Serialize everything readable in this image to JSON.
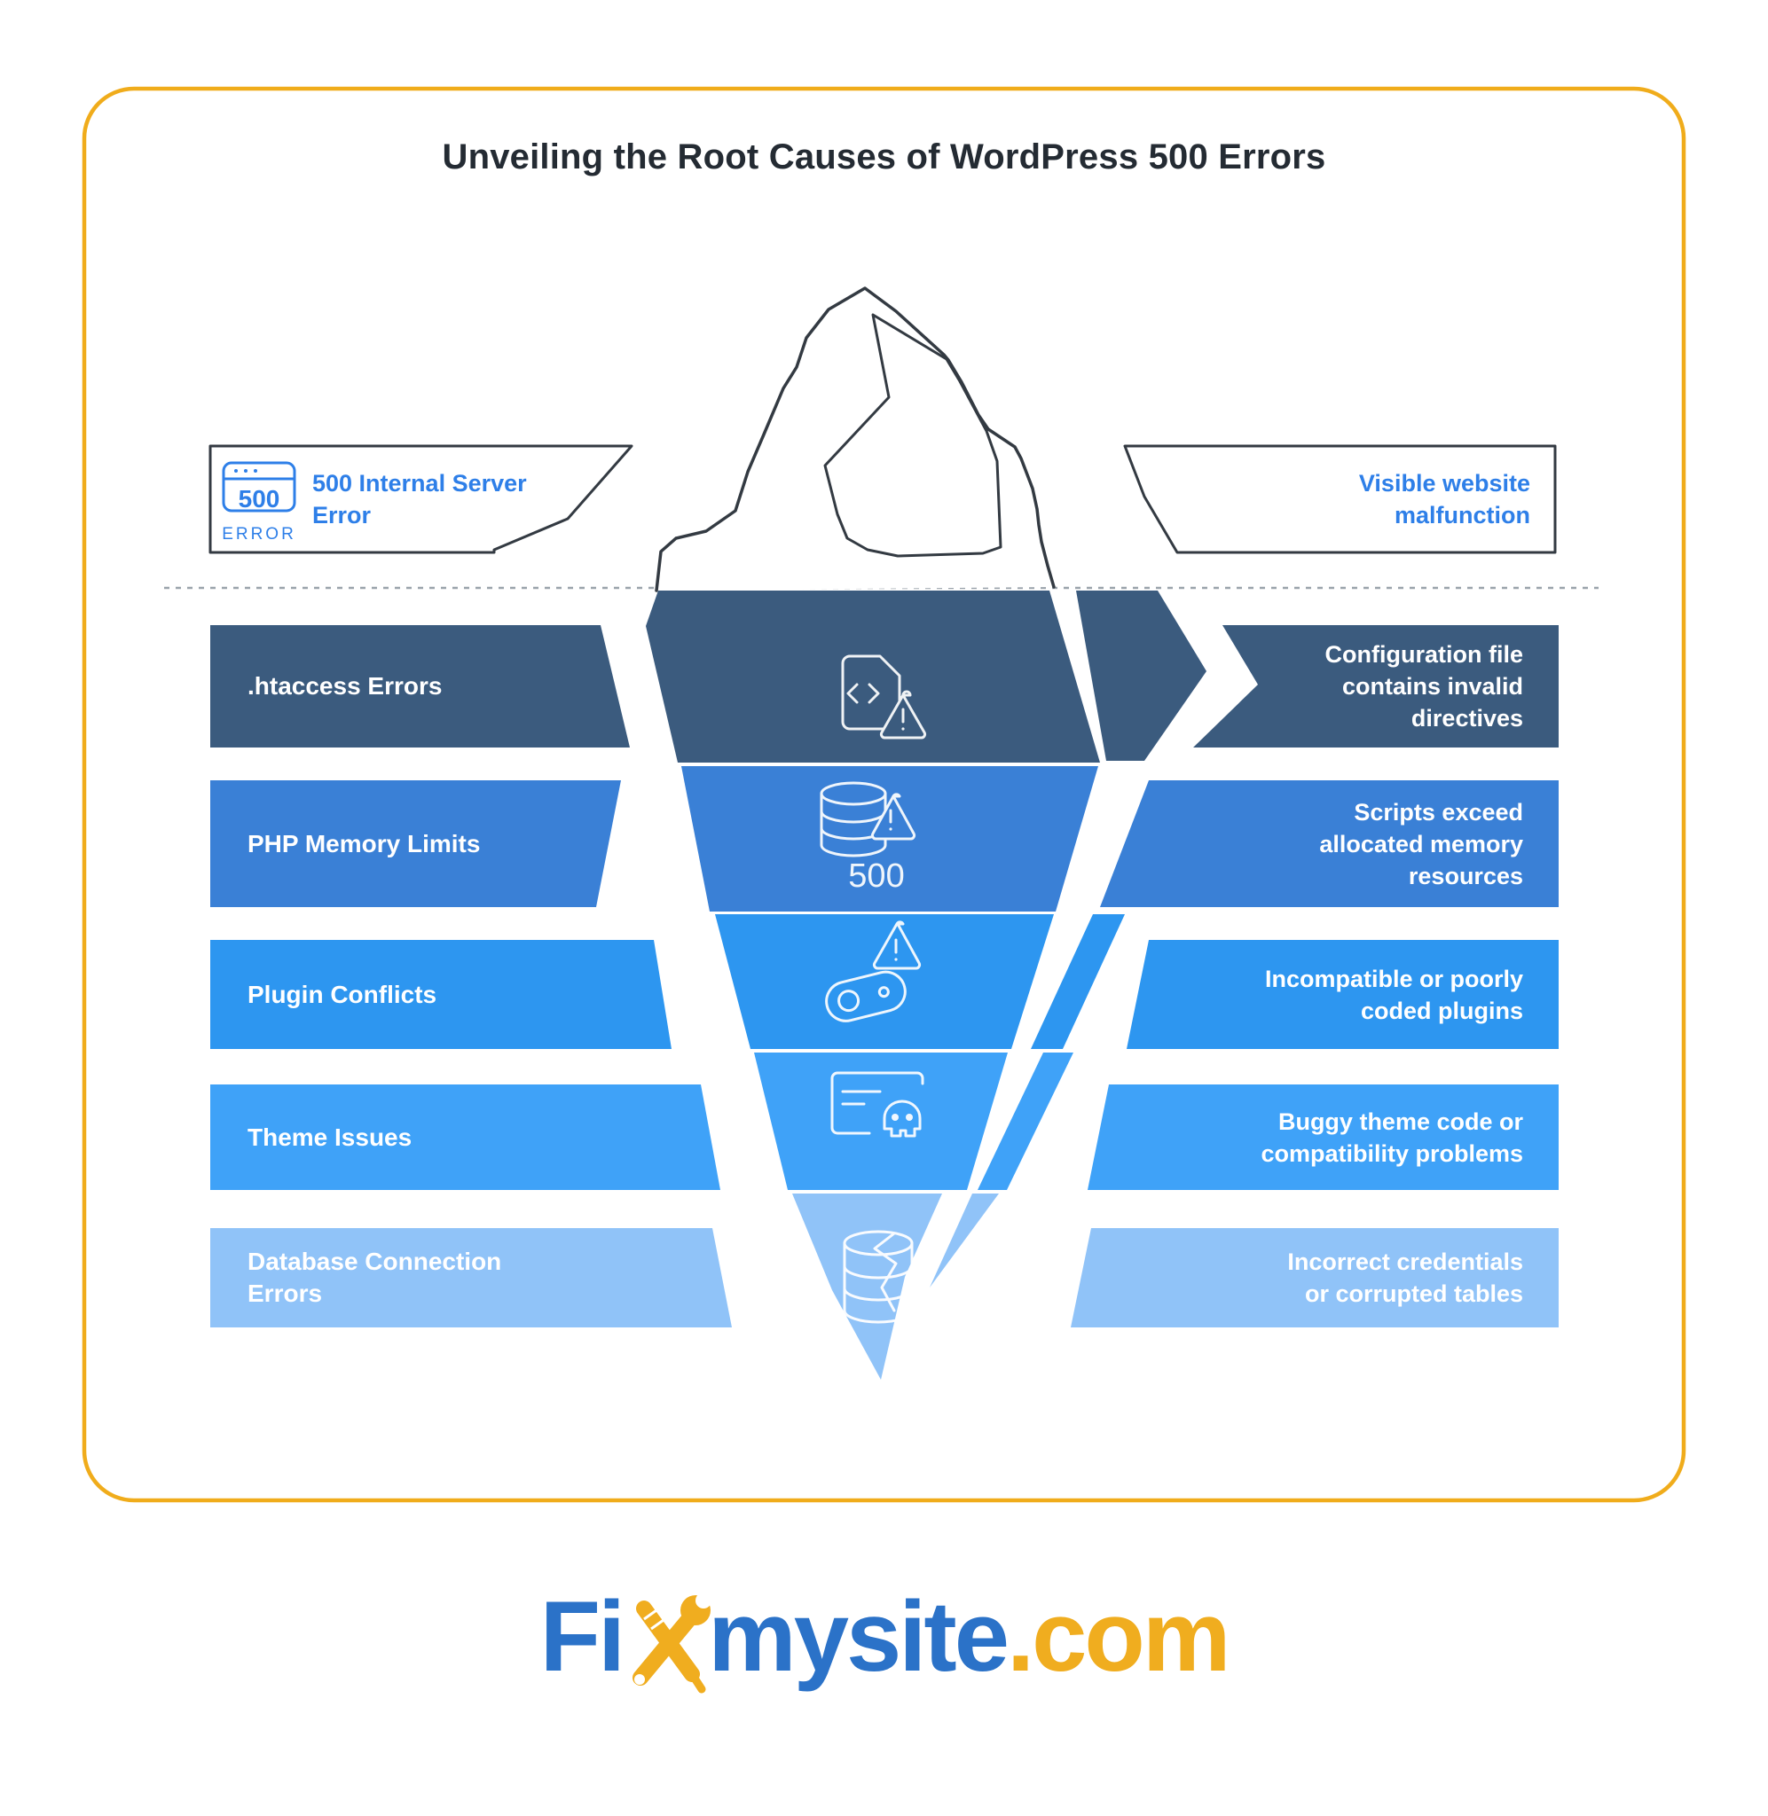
{
  "title": "Unveiling the Root Causes of WordPress 500 Errors",
  "above_water": {
    "left_box": {
      "icon_number": "500",
      "icon_caption": "ERROR",
      "label": "500 Internal Server Error"
    },
    "right_box": {
      "label": "Visible website malfunction"
    }
  },
  "rows": [
    {
      "left_label": ".htaccess Errors",
      "right_label": "Configuration file contains invalid directives",
      "color": "#3B5B7E",
      "icon": "code-file-warning-icon"
    },
    {
      "left_label": "PHP Memory Limits",
      "right_label": "Scripts exceed allocated memory resources",
      "color": "#3A80D6",
      "icon": "database-warning-icon",
      "icon_label": "500"
    },
    {
      "left_label": "Plugin Conflicts",
      "right_label": "Incompatible or poorly coded plugins",
      "color": "#2D96F0",
      "icon": "plugin-warning-icon"
    },
    {
      "left_label": "Theme Issues",
      "right_label": "Buggy theme code or compatibility problems",
      "color": "#3FA2F8",
      "icon": "theme-skull-icon"
    },
    {
      "left_label": "Database Connection Errors",
      "right_label": "Incorrect credentials or corrupted tables",
      "color": "#90C3F8",
      "icon": "database-cracked-icon"
    }
  ],
  "logo": {
    "prefix": "Fi",
    "middle": "mysite",
    "suffix": ".com",
    "blue": "#2B72C8",
    "gold": "#F0AD1F"
  },
  "colors": {
    "border_gold": "#F0AC1B",
    "accent_blue": "#2E7FE8",
    "title_dark": "#242B33",
    "outline_dark": "#333A42",
    "waterline_gray": "#9AA3AB"
  }
}
